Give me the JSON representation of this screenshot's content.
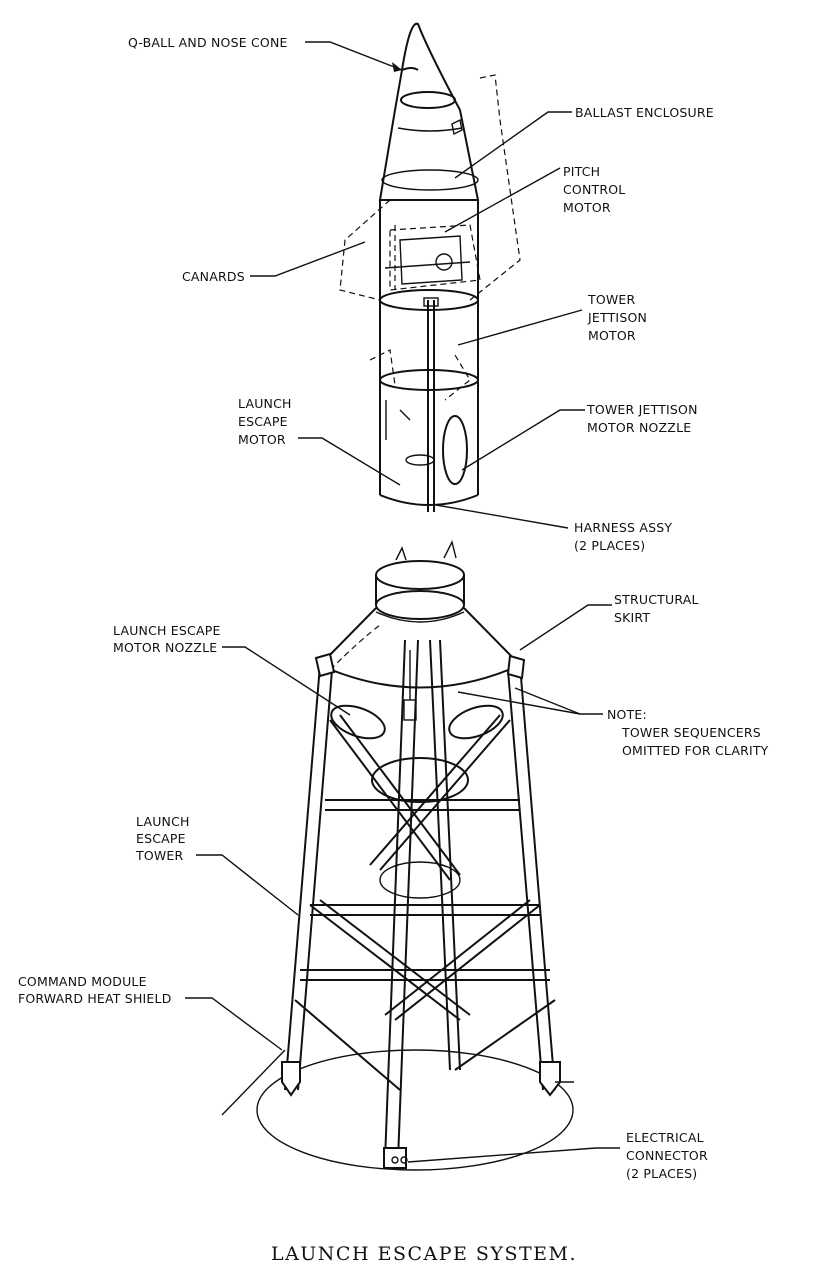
{
  "labels": {
    "qball": "Q-BALL AND NOSE CONE",
    "ballast": "BALLAST  ENCLOSURE",
    "pitch": [
      "PITCH",
      "CONTROL",
      "MOTOR"
    ],
    "canards": "CANARDS",
    "tower_jettison_motor": [
      "TOWER",
      "JETTISON",
      "MOTOR"
    ],
    "launch_escape_motor": [
      "LAUNCH",
      "ESCAPE",
      "MOTOR"
    ],
    "tower_jettison_nozzle": [
      "TOWER JETTISON",
      "MOTOR NOZZLE"
    ],
    "harness": [
      "HARNESS ASSY",
      "(2 PLACES)"
    ],
    "structural_skirt": [
      "STRUCTURAL",
      "SKIRT"
    ],
    "les_motor_nozzle": [
      "LAUNCH ESCAPE",
      "MOTOR NOZZLE"
    ],
    "note": [
      "NOTE:",
      "TOWER SEQUENCERS",
      "OMITTED FOR CLARITY"
    ],
    "launch_escape_tower": [
      "LAUNCH",
      "ESCAPE",
      "TOWER"
    ],
    "cm_heat_shield": [
      "COMMAND MODULE",
      "FORWARD HEAT SHIELD"
    ],
    "electrical_connector": [
      "ELECTRICAL",
      "CONNECTOR",
      "(2 PLACES)"
    ]
  },
  "caption": "LAUNCH ESCAPE SYSTEM."
}
